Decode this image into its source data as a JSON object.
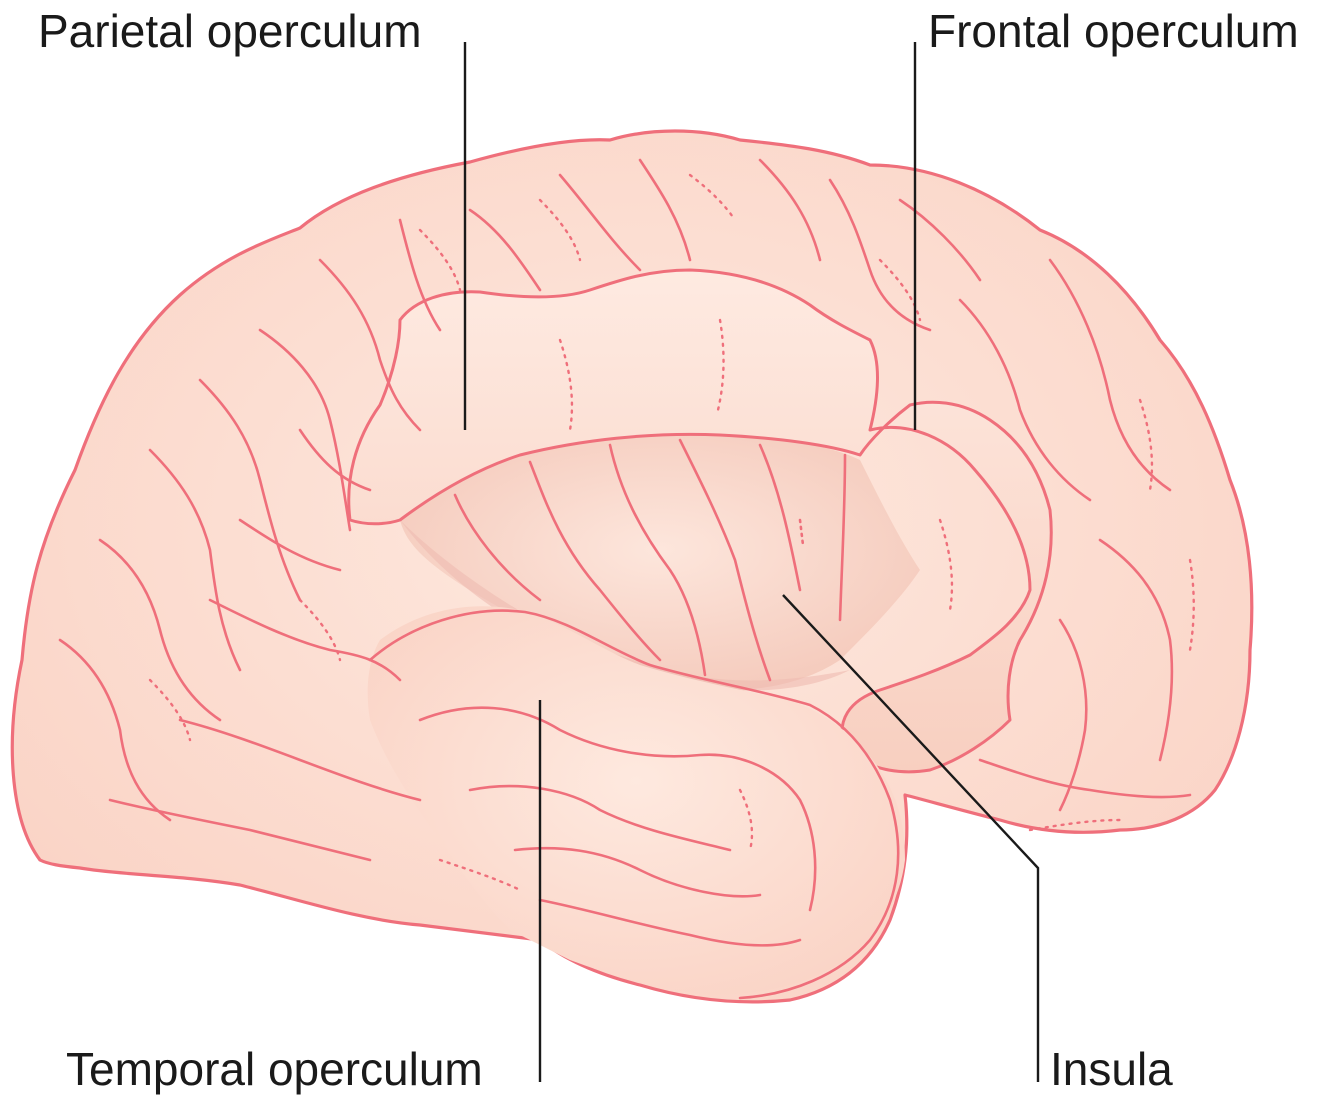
{
  "labels": {
    "parietal_operculum": "Parietal operculum",
    "frontal_operculum": "Frontal operculum",
    "temporal_operculum": "Temporal operculum",
    "insula": "Insula"
  },
  "colors": {
    "brain_fill": "#fcdcce",
    "brain_fill_light": "#fde8de",
    "brain_outline": "#ef6f7b",
    "insula_fill": "#f9d4c8",
    "insula_shadow": "#eebbb0",
    "leader_line": "#1a1a1a",
    "background": "#ffffff"
  }
}
